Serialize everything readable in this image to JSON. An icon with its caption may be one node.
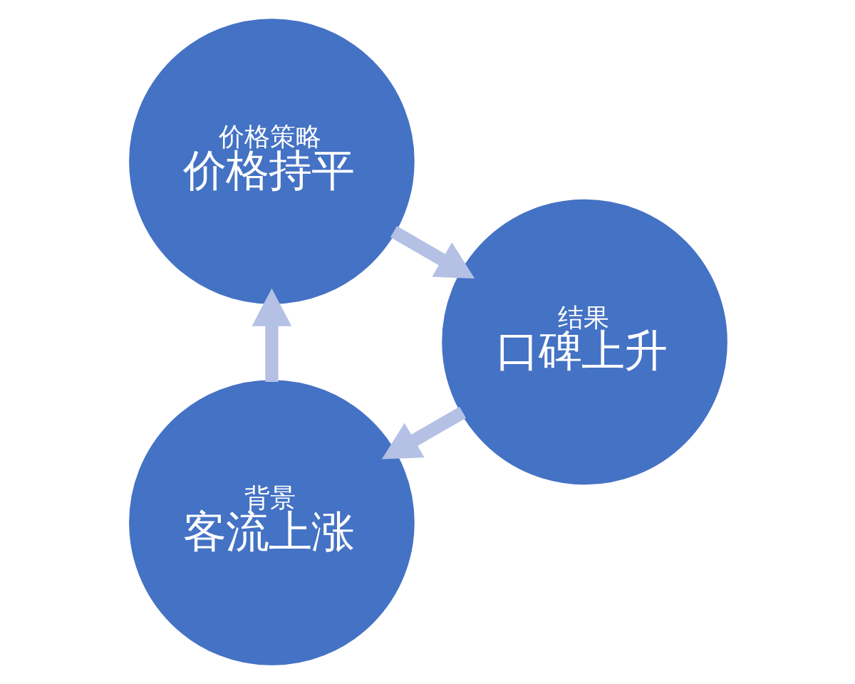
{
  "diagram": {
    "nodes": [
      {
        "text": [
          "背景",
          "客流上涨"
        ]
      },
      {
        "text": [
          "价格策略",
          "价格持平"
        ]
      },
      {
        "text": [
          "结果",
          "口碑上升"
        ]
      }
    ],
    "edges": [
      {
        "from": 0,
        "to": 1,
        "arrow": "to"
      },
      {
        "from": 1,
        "to": 2,
        "arrow": "to"
      },
      {
        "from": 2,
        "to": 0,
        "arrow": "to"
      }
    ]
  }
}
